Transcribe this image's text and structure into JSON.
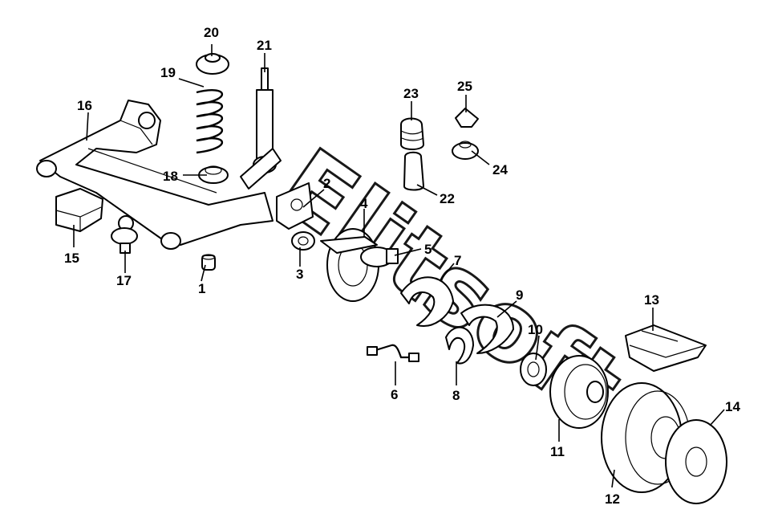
{
  "watermark": "Elitsoft",
  "callouts": {
    "p1": "1",
    "p2": "2",
    "p3": "3",
    "p4": "4",
    "p5": "5",
    "p6": "6",
    "p7": "7",
    "p8": "8",
    "p9": "9",
    "p10": "10",
    "p11": "11",
    "p12": "12",
    "p13": "13",
    "p14": "14",
    "p15": "15",
    "p16": "16",
    "p17": "17",
    "p18": "18",
    "p19": "19",
    "p20": "20",
    "p21": "21",
    "p22": "22",
    "p23": "23",
    "p24": "24",
    "p25": "25"
  }
}
